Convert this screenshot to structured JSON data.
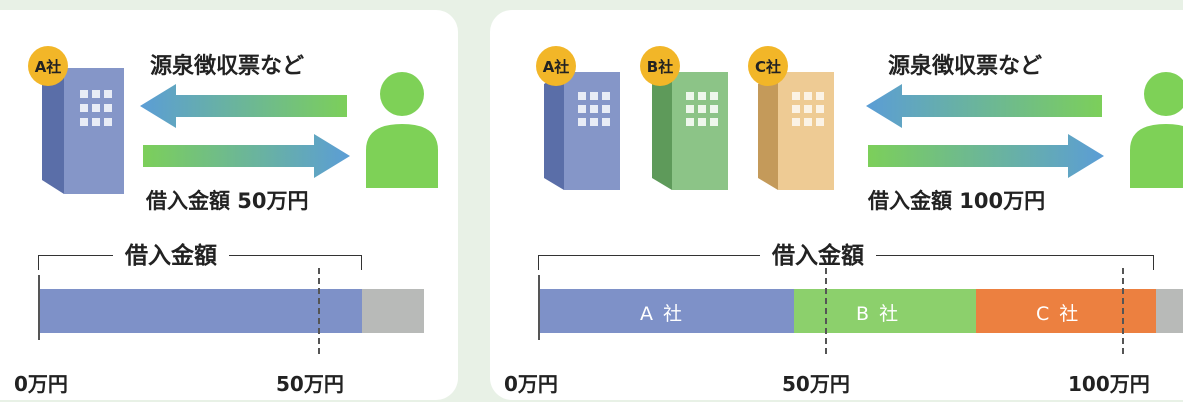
{
  "left": {
    "company_badge": "A社",
    "docs_label": "源泉徴収票など",
    "loan_label": "借入金額 50万円",
    "bracket_title": "借入金額",
    "axis_start": "0万円",
    "axis_end": "50万円"
  },
  "right": {
    "company_badges": [
      "A社",
      "B社",
      "C社"
    ],
    "docs_label": "源泉徴収票など",
    "loan_label": "借入金額 100万円",
    "bracket_title": "借入金額",
    "segments": [
      "A 社",
      "B 社",
      "C 社"
    ],
    "axis_start": "0万円",
    "axis_mid": "50万円",
    "axis_end": "100万円"
  },
  "colors": {
    "badge": "#f2b628",
    "bar_blue": "#7e91c8",
    "bar_green": "#8cd06c",
    "bar_orange": "#ec8040",
    "bar_gray": "#b8bab8",
    "person": "#7ed157"
  }
}
